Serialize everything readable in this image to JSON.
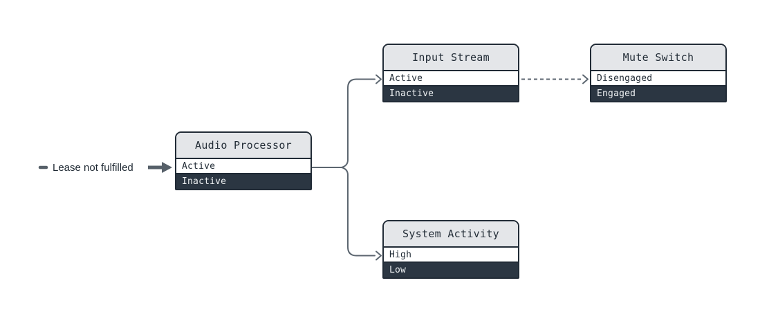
{
  "annotation": {
    "label": "Lease not fulfilled"
  },
  "nodes": [
    {
      "id": "audio-processor",
      "title": "Audio Processor",
      "states": [
        {
          "label": "Active",
          "variant": "light"
        },
        {
          "label": "Inactive",
          "variant": "dark"
        }
      ]
    },
    {
      "id": "input-stream",
      "title": "Input Stream",
      "states": [
        {
          "label": "Active",
          "variant": "light"
        },
        {
          "label": "Inactive",
          "variant": "dark"
        }
      ]
    },
    {
      "id": "mute-switch",
      "title": "Mute Switch",
      "states": [
        {
          "label": "Disengaged",
          "variant": "light"
        },
        {
          "label": "Engaged",
          "variant": "dark"
        }
      ]
    },
    {
      "id": "system-activity",
      "title": "System Activity",
      "states": [
        {
          "label": "High",
          "variant": "light"
        },
        {
          "label": "Low",
          "variant": "dark"
        }
      ]
    }
  ],
  "edges": [
    {
      "from": "audio-processor.Active",
      "to": "input-stream.Active",
      "style": "solid"
    },
    {
      "from": "audio-processor.Active",
      "to": "system-activity.High",
      "style": "solid"
    },
    {
      "from": "input-stream.Active",
      "to": "mute-switch.Disengaged",
      "style": "dashed"
    },
    {
      "from": "annotation",
      "to": "audio-processor.Active",
      "style": "thick-arrow"
    }
  ],
  "colors": {
    "node_border": "#212b36",
    "node_header_bg": "#e4e6e9",
    "state_dark_bg": "#2b3642",
    "state_light_bg": "#ffffff",
    "edge_line": "#5c6670",
    "thick_arrow": "#566069",
    "label_text": "#1f2933"
  }
}
